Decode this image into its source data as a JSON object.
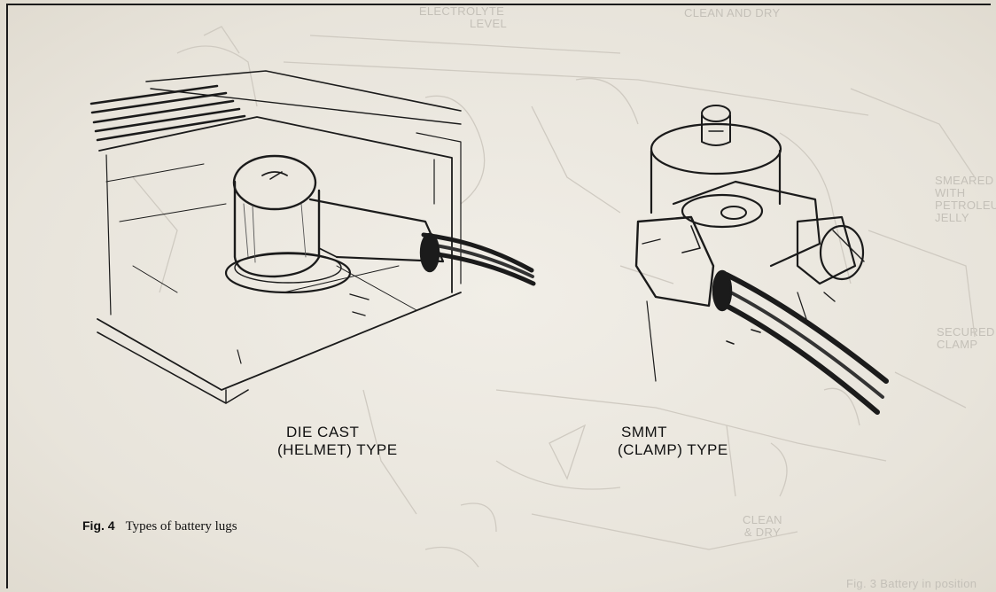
{
  "ghost_labels": {
    "electrolyte_1": "ELECTROLYTE",
    "electrolyte_2": "LEVEL",
    "clean_and_dry": "CLEAN AND DRY",
    "smeared_1": "SMEARED",
    "smeared_2": "WITH",
    "smeared_3": "PETROLEUM",
    "smeared_4": "JELLY",
    "secured_1": "SECURED",
    "secured_2": "CLAMP",
    "clean_1": "CLEAN",
    "clean_2": "& DRY",
    "bottom_fig": "Fig. 3 Battery in position"
  },
  "labels": {
    "die_cast_line1": "DIE CAST",
    "die_cast_line2": "(HELMET) TYPE",
    "smmt_line1": "SMMT",
    "smmt_line2": "(CLAMP) TYPE"
  },
  "caption": {
    "fig_number": "Fig. 4",
    "title": "Types of battery lugs"
  },
  "colors": {
    "ink": "#1b1b1b",
    "paper": "#ece8e0",
    "ghost": "#c4c0b8"
  }
}
